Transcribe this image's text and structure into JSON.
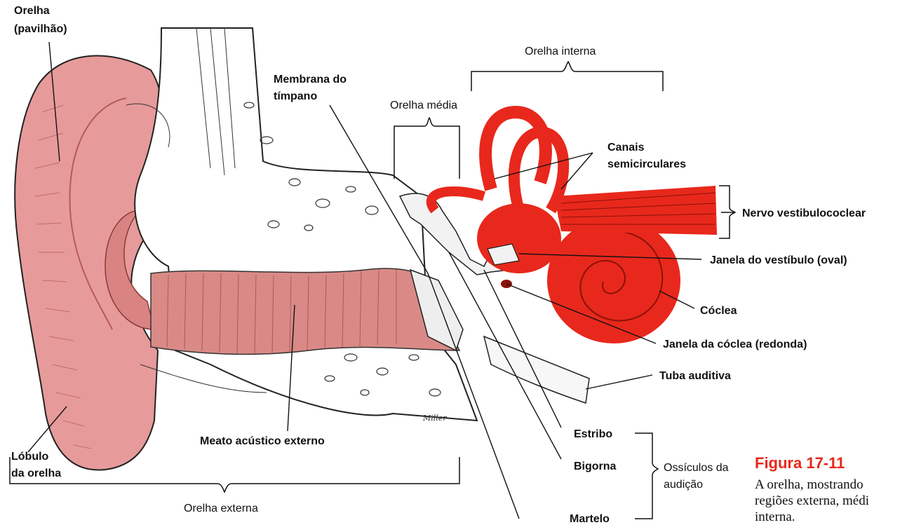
{
  "colors": {
    "skin": "#e79a9a",
    "skin_dark": "#c46a6a",
    "inner_ear": "#e8281c",
    "bone": "#ffffff",
    "figure_title": "#e8281c"
  },
  "labels": {
    "pinna": [
      "Orelha",
      "(pavilhão)"
    ],
    "tympanic_membrane": [
      "Membrana do",
      "tímpano"
    ],
    "middle_ear": "Orelha média",
    "inner_ear": "Orelha interna",
    "semicircular_canals": [
      "Canais",
      "semicirculares"
    ],
    "vestibulocochlear_nerve": "Nervo vestibulococlear",
    "oval_window": "Janela do vestíbulo (oval)",
    "cochlea": "Cóclea",
    "round_window": "Janela da cóclea (redonda)",
    "auditory_tube": "Tuba auditiva",
    "external_meatus": "Meato acústico externo",
    "lobule": [
      "Lóbulo",
      "da orelha"
    ],
    "stapes": "Estribo",
    "incus": "Bigorna",
    "malleus": "Martelo",
    "ossicles": [
      "Ossículos da",
      "audição"
    ],
    "external_ear": "Orelha externa"
  },
  "figure": {
    "title": "Figura  17-11",
    "caption": [
      "A orelha, mostrando",
      "regiões externa, médi",
      "interna."
    ]
  },
  "signature": "Miller"
}
